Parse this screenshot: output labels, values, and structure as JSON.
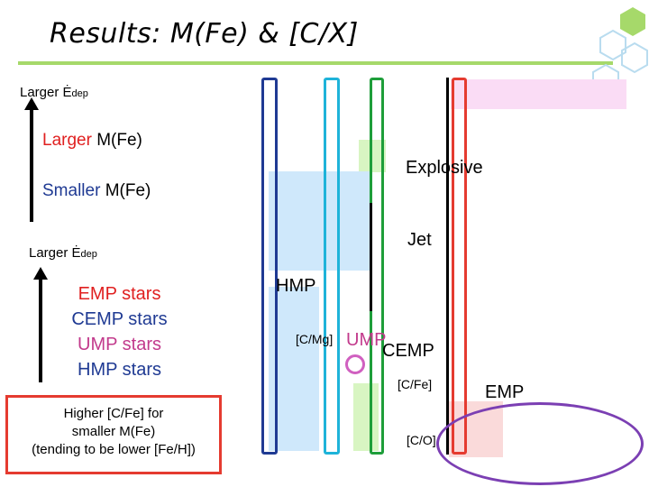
{
  "title": "Results: M(Fe) & [C/X]",
  "left_panel": {
    "top_arrow_label": "Larger Ė",
    "top_arrow_sub": "dep",
    "larger_mfe": "Larger M(Fe)",
    "smaller_mfe": "Smaller M(Fe)",
    "bottom_arrow_label": "Larger Ė",
    "bottom_arrow_sub": "dep",
    "star_classes": [
      "EMP stars",
      "CEMP stars",
      "UMP stars",
      "HMP stars"
    ],
    "note_lines": [
      "Higher [C/Fe] for",
      "smaller M(Fe)",
      "(tending to be lower [Fe/H])"
    ]
  },
  "right_panel": {
    "explosive": "Explosive",
    "jet": "Jet",
    "hmp": "HMP",
    "c_mg": "[C/Mg]",
    "ump": "UMP",
    "cemp": "CEMP",
    "c_fe": "[C/Fe]",
    "emp": "EMP",
    "c_o": "[C/O]"
  },
  "colors": {
    "accent_green": "#a6d96a",
    "red": "#e53b30",
    "purple": "#7b3fb3",
    "navy": "#1f3a93",
    "cyan": "#1eb3d9",
    "green": "#1e9e3a",
    "pink_text": "#c23a8c",
    "star_red": "#e02020",
    "star_pink": "#c23a8c",
    "star_navy": "#1f3a93"
  }
}
